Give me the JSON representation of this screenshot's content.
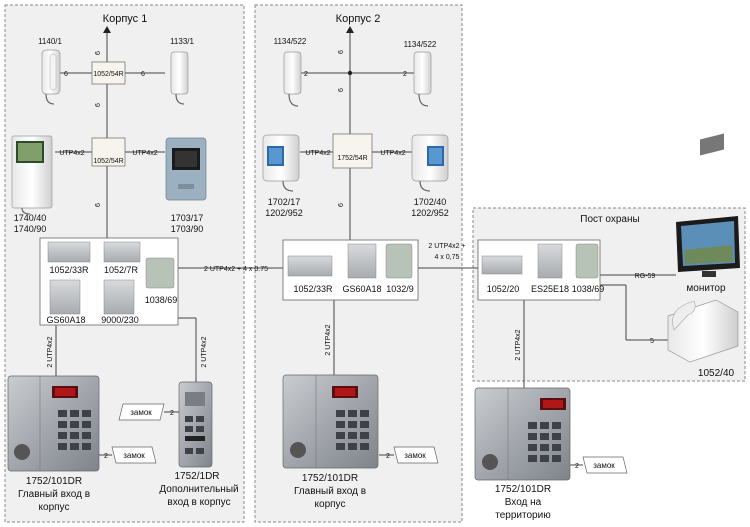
{
  "zones": {
    "building1": {
      "title": "Корпус 1"
    },
    "building2": {
      "title": "Корпус 2"
    },
    "guard": {
      "title": "Пост охраны"
    }
  },
  "junctions": {
    "b1_top": "1052/54R",
    "b1_mid": "1052/54R",
    "b2_mid": "1752/54R"
  },
  "handsets": {
    "b1_left": "1140/1",
    "b1_right": "1133/1",
    "b2_left": "1134/522",
    "b2_right": "1134/522"
  },
  "monitors": {
    "b1_left": {
      "line1": "1740/40",
      "line2": "1740/90"
    },
    "b1_right": {
      "line1": "1703/17",
      "line2": "1703/90"
    },
    "b2_left": {
      "line1": "1702/17",
      "line2": "1202/952"
    },
    "b2_right": {
      "line1": "1702/40",
      "line2": "1202/952"
    }
  },
  "racks": {
    "b1": [
      "1052/33R",
      "1052/7R",
      "1038/69",
      "GS60A18",
      "9000/230"
    ],
    "b2": [
      "1052/33R",
      "GS60A18",
      "1032/9"
    ],
    "guard": [
      "1052/20",
      "ES25E18",
      "1038/69"
    ]
  },
  "wire_labels": {
    "six": "6",
    "two": "2",
    "five": "5",
    "utp": "UTP4x2",
    "two_utp": "2 UTP4x2",
    "b1_b2": "2 UTP4x2 + 4 x 0.75",
    "b2_guard_1": "2 UTP4x2 +",
    "b2_guard_2": "4 x 0,75",
    "rg59": "RG-59"
  },
  "guard_devices": {
    "monitor": "монитор",
    "phone": "1052/40"
  },
  "lock": "замок",
  "panels": {
    "b1_main": {
      "model": "1752/101DR",
      "line1": "Главный вход в",
      "line2": "корпус"
    },
    "b1_aux": {
      "model": "1752/1DR",
      "line1": "Дополнительный",
      "line2": "вход в корпус"
    },
    "b2_main": {
      "model": "1752/101DR",
      "line1": "Главный вход в",
      "line2": "корпус"
    },
    "guard_main": {
      "model": "1752/101DR",
      "line1": "Вход на",
      "line2": "территорию"
    }
  }
}
